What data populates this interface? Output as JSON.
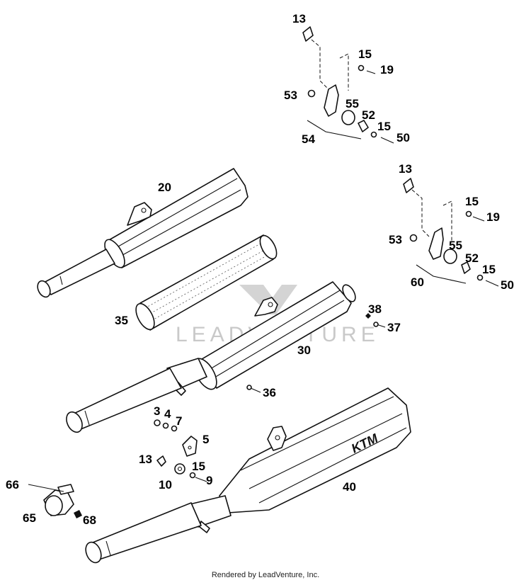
{
  "watermark": "LEADVENTURE",
  "footer": "Rendered by LeadVenture, Inc.",
  "logo_text": "KTM",
  "callouts": [
    "13",
    "15",
    "19",
    "53",
    "55",
    "52",
    "15",
    "50",
    "54",
    "13",
    "15",
    "19",
    "53",
    "55",
    "52",
    "15",
    "50",
    "60",
    "20",
    "35",
    "38",
    "37",
    "30",
    "36",
    "3",
    "4",
    "7",
    "5",
    "13",
    "15",
    "10",
    "9",
    "40",
    "66",
    "65",
    "68"
  ]
}
